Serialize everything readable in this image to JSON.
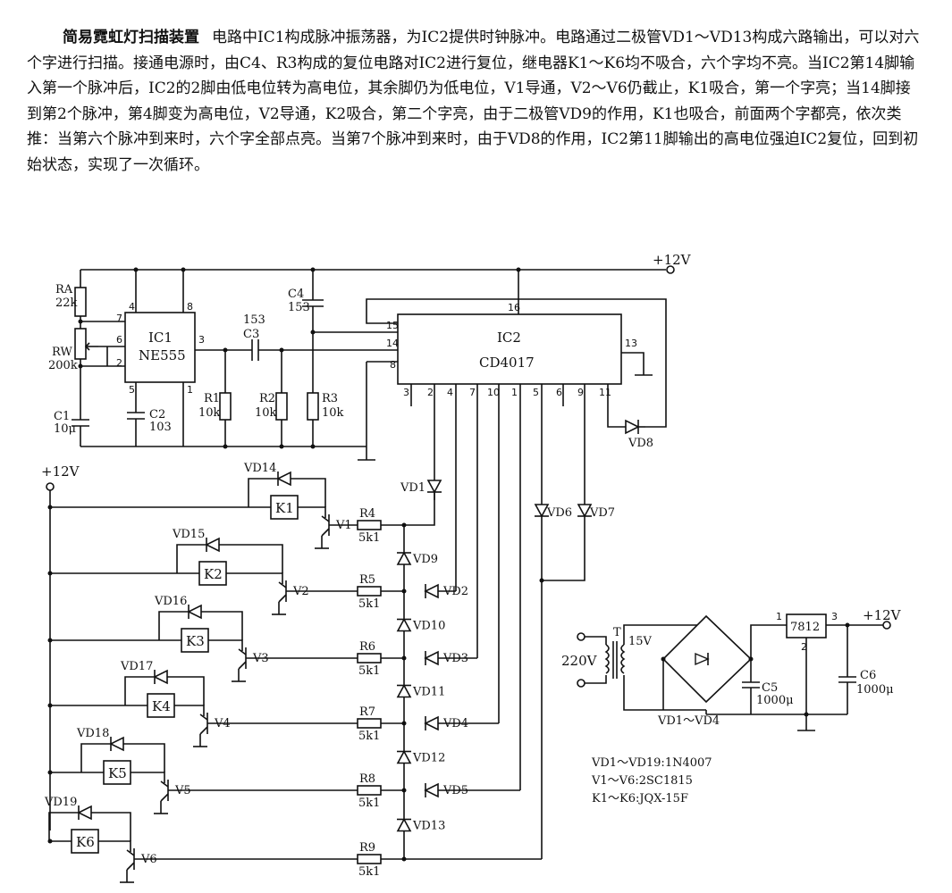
{
  "intro": {
    "title": "简易霓虹灯扫描装置",
    "body": "电路中IC1构成脉冲振荡器，为IC2提供时钟脉冲。电路通过二极管VD1～VD13构成六路输出，可以对六个字进行扫描。接通电源时，由C4、R3构成的复位电路对IC2进行复位，继电器K1～K6均不吸合，六个字均不亮。当IC2第14脚输入第一个脉冲后，IC2的2脚由低电位转为高电位，其余脚仍为低电位，V1导通，V2～V6仍截止，K1吸合，第一个字亮；当14脚接到第2个脉冲，第4脚变为高电位，V2导通，K2吸合，第二个字亮，由于二极管VD9的作用，K1也吸合，前面两个字都亮，依次类推：当第六个脉冲到来时，六个字全部点亮。当第7个脉冲到来时，由于VD8的作用，IC2第11脚输出的高电位强迫IC2复位，回到初始状态，实现了一次循环。"
  },
  "ic1": {
    "name": "IC1",
    "part": "NE555",
    "pins": [
      "4",
      "8",
      "7",
      "6",
      "2",
      "3",
      "5",
      "1"
    ]
  },
  "ic2": {
    "name": "IC2",
    "part": "CD4017",
    "pins": [
      "15",
      "14",
      "8",
      "16",
      "13",
      "3",
      "2",
      "4",
      "7",
      "10",
      "1",
      "5",
      "6",
      "9",
      "11"
    ]
  },
  "supply": {
    "top": "+12V",
    "left": "+12V",
    "reg_out": "+12V"
  },
  "resistors": [
    {
      "name": "RA",
      "value": "22k"
    },
    {
      "name": "RW",
      "value": "200k"
    },
    {
      "name": "R1",
      "value": "10k"
    },
    {
      "name": "R2",
      "value": "10k"
    },
    {
      "name": "R3",
      "value": "10k"
    },
    {
      "name": "R4",
      "value": "5k1"
    },
    {
      "name": "R5",
      "value": "5k1"
    },
    {
      "name": "R6",
      "value": "5k1"
    },
    {
      "name": "R7",
      "value": "5k1"
    },
    {
      "name": "R8",
      "value": "5k1"
    },
    {
      "name": "R9",
      "value": "5k1"
    }
  ],
  "capacitors": [
    {
      "name": "C1",
      "value": "10μ"
    },
    {
      "name": "C2",
      "value": "103"
    },
    {
      "name": "C3",
      "value": "153"
    },
    {
      "name": "C4",
      "value": "153"
    },
    {
      "name": "C5",
      "value": "1000μ"
    },
    {
      "name": "C6",
      "value": "1000μ"
    }
  ],
  "diodes": [
    "VD1",
    "VD2",
    "VD3",
    "VD4",
    "VD5",
    "VD6",
    "VD7",
    "VD8",
    "VD9",
    "VD10",
    "VD11",
    "VD12",
    "VD13",
    "VD14",
    "VD15",
    "VD16",
    "VD17",
    "VD18",
    "VD19"
  ],
  "relays": [
    "K1",
    "K2",
    "K3",
    "K4",
    "K5",
    "K6"
  ],
  "transistors": [
    "V1",
    "V2",
    "V3",
    "V4",
    "V5",
    "V6"
  ],
  "power": {
    "ac": "220V",
    "transformer": "T",
    "secondary": "15V",
    "bridge": "VD1～VD4",
    "regulator": "7812",
    "reg_pins": [
      "1",
      "2",
      "3"
    ]
  },
  "parts_list": [
    "VD1～VD19:1N4007",
    "V1～V6:2SC1815",
    "K1～K6:JQX-15F"
  ]
}
